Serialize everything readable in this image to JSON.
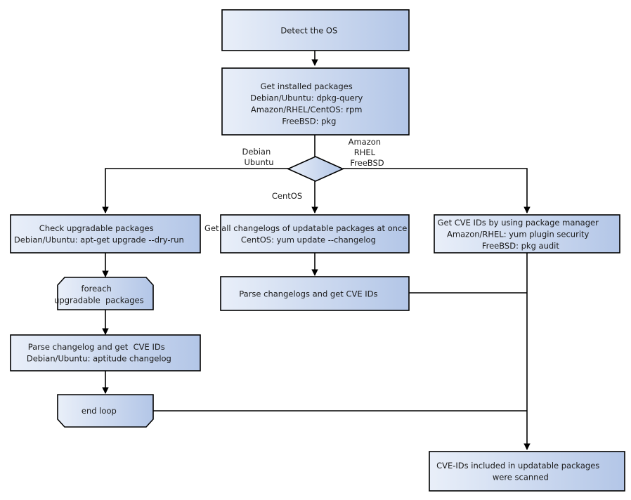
{
  "diagram": {
    "title": "Vulnerability scanning flow by OS package manager",
    "colors": {
      "box_gradient_start": "#e9eff9",
      "box_gradient_end": "#b3c6e7",
      "stroke": "#000000",
      "text": "#1a1a1a",
      "background": "#ffffff"
    },
    "nodes": [
      {
        "id": "detect-os",
        "shape": "process",
        "lines": [
          "Detect the OS"
        ]
      },
      {
        "id": "get-installed-packages",
        "shape": "process",
        "lines": [
          "Get installed packages",
          "Debian/Ubuntu: dpkg-query",
          "Amazon/RHEL/CentOS: rpm",
          "FreeBSD: pkg"
        ]
      },
      {
        "id": "os-decision",
        "shape": "decision",
        "lines": []
      },
      {
        "id": "check-upgradable-packages",
        "shape": "process",
        "lines": [
          "Check upgradable packages",
          "Debian/Ubuntu: apt-get upgrade --dry-run"
        ]
      },
      {
        "id": "get-all-changelogs",
        "shape": "process",
        "lines": [
          "Get all changelogs of updatable packages at once",
          "CentOS: yum update --changelog"
        ]
      },
      {
        "id": "get-cve-ids-package-manager",
        "shape": "process",
        "lines": [
          "Get CVE IDs by using package manager",
          "Amazon/RHEL: yum plugin security",
          "FreeBSD: pkg audit"
        ]
      },
      {
        "id": "foreach-upgradable-packages",
        "shape": "loop-start",
        "lines": [
          "foreach",
          "upgradable  packages"
        ]
      },
      {
        "id": "parse-changelogs-get-cve-ids",
        "shape": "process",
        "lines": [
          "Parse changelogs and get CVE IDs"
        ]
      },
      {
        "id": "parse-changelog-get-cve-ids",
        "shape": "process",
        "lines": [
          "Parse changelog and get  CVE IDs",
          "Debian/Ubuntu: aptitude changelog"
        ]
      },
      {
        "id": "end-loop",
        "shape": "loop-end",
        "lines": [
          "end loop"
        ]
      },
      {
        "id": "cve-ids-scanned",
        "shape": "process",
        "lines": [
          "CVE-IDs included in updatable packages",
          "were scanned"
        ]
      }
    ],
    "edge_labels": {
      "branch_left": [
        "Debian",
        "Ubuntu"
      ],
      "branch_right": [
        "Amazon",
        "RHEL",
        "FreeBSD"
      ],
      "branch_down": [
        "CentOS"
      ]
    }
  }
}
